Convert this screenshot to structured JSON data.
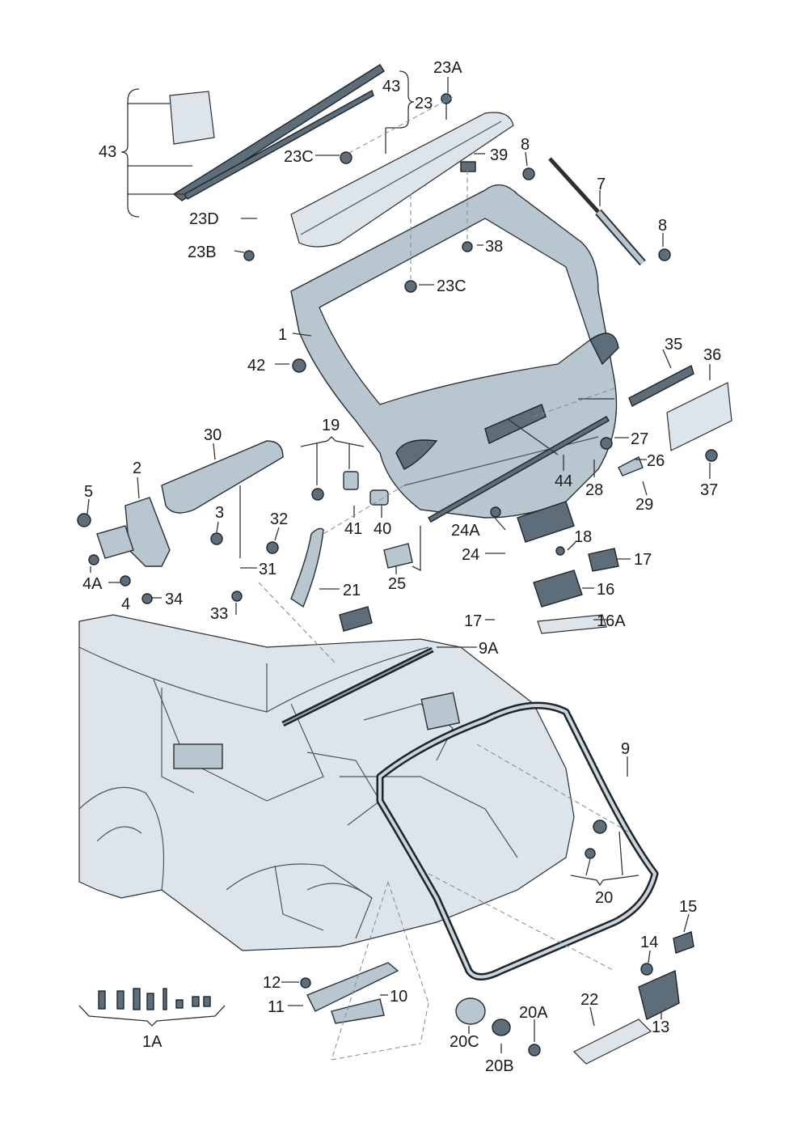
{
  "diagram": {
    "labels": {
      "l1": "1",
      "l1A": "1A",
      "l2": "2",
      "l3": "3",
      "l4": "4",
      "l4A": "4A",
      "l5": "5",
      "l7": "7",
      "l8a": "8",
      "l8b": "8",
      "l9": "9",
      "l9A": "9A",
      "l10": "10",
      "l11": "11",
      "l12": "12",
      "l13": "13",
      "l14": "14",
      "l15": "15",
      "l16": "16",
      "l16A": "16A",
      "l17a": "17",
      "l17b": "17",
      "l18": "18",
      "l19": "19",
      "l20": "20",
      "l20A": "20A",
      "l20B": "20B",
      "l20C": "20C",
      "l21": "21",
      "l22": "22",
      "l23": "23",
      "l23A": "23A",
      "l23B": "23B",
      "l23Ca": "23C",
      "l23Cb": "23C",
      "l23D": "23D",
      "l24": "24",
      "l24A": "24A",
      "l25": "25",
      "l26": "26",
      "l27": "27",
      "l28": "28",
      "l29": "29",
      "l30": "30",
      "l31": "31",
      "l32": "32",
      "l33": "33",
      "l34": "34",
      "l35": "35",
      "l36": "36",
      "l37": "37",
      "l38": "38",
      "l39": "39",
      "l40": "40",
      "l41": "41",
      "l42": "42",
      "l43a": "43",
      "l43b": "43",
      "l44": "44"
    }
  },
  "colors": {
    "part_fill": "#b8c6d0",
    "part_dark": "#5d6e7a",
    "outline": "#2a2f33",
    "leader_dashed": "#7a8a96"
  }
}
